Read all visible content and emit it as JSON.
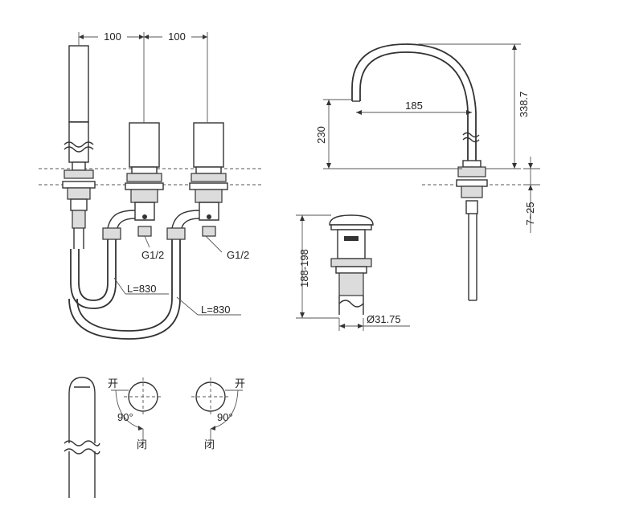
{
  "dimensions": {
    "spacing_left": "100",
    "spacing_right": "100",
    "thread_left": "G1/2",
    "thread_right": "G1/2",
    "hose_inner": "L=830",
    "hose_outer": "L=830",
    "spout_reach": "185",
    "spout_height": "230",
    "spout_total_height": "338.7",
    "deck_thickness": "7~25",
    "drain_length": "188-198",
    "drain_diameter": "Ø31.75"
  },
  "handle_labels": {
    "left_open": "开",
    "left_closed": "闭",
    "left_angle": "90°",
    "right_open": "开",
    "right_closed": "闭",
    "right_angle": "90°"
  },
  "colors": {
    "line": "#333333",
    "background": "#ffffff"
  }
}
